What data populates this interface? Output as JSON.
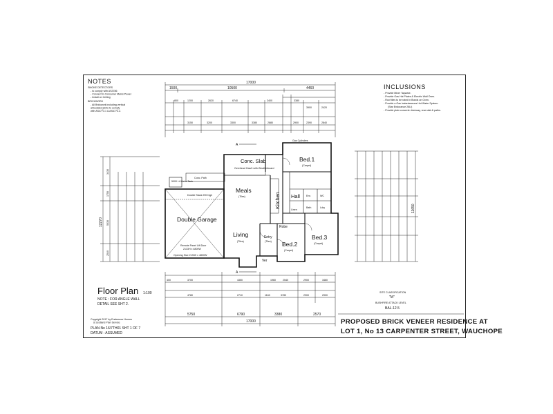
{
  "notes": {
    "heading": "NOTES",
    "smoke": "SMOKE DETECTORS",
    "smoke_lines": [
      "- to comply with AS3786",
      "- Connect to Consumer Mains Power",
      "- Install on Ceiling"
    ],
    "brick": "BRICKWORK",
    "brick_lines": [
      "- All Brickwork including vertical",
      "articulated joints to comply",
      "with AS4773.1 & AS4773.2."
    ]
  },
  "inclusions": {
    "heading": "INCLUSIONS",
    "items": [
      "- Provide Mixer Tapware.",
      "- Provide Gas Hot Plates & Electric Wall Oven.",
      "- Roof tiles to be rated in Bonds on Oven.",
      "- Provide a Gas instantaneous Hot Water System.",
      "(Star Endurance 26Lt)",
      "- Provide plain concrete driveway, rear slab & paths."
    ]
  },
  "rooms": {
    "double_garage": "Double Garage",
    "meals": "Meals",
    "meals_sub": "(Tiles)",
    "living": "Living",
    "living_sub": "(Tiles)",
    "kitchen": "Kitchen",
    "hall": "Hall",
    "bed1": "Bed.1",
    "bed1_sub": "(Carpet)",
    "bed2": "Bed.2",
    "bed2_sub": "(Carpet)",
    "bed3": "Bed.3",
    "bed3_sub": "(Carpet)",
    "entry": "Entry",
    "entry_sub": "(Tiles)",
    "robe": "Robe",
    "ver": "Ver",
    "conc_slab": "Conc. Slab",
    "conc_path": "Conc. Path",
    "conc_slab_note": "Overhead Gas/4 with Weatherboard",
    "double_stack": "Double Stack 290 high",
    "remote_door": "Remote Panel Lift Door",
    "remote_size": "2133H x 4800W",
    "opening": "Opening Size 2133H x 4800W",
    "linen": "Linen",
    "ens": "Ens",
    "wc": "WC",
    "bath": "Bath",
    "ldry": "Ldry",
    "gas_cyl": "Gas Cylinders",
    "tank": "5000 Lt Water Tank",
    "section": "A"
  },
  "dims": {
    "top_total": "17000",
    "top_row": [
      "1500",
      "10500",
      "4460"
    ],
    "top_row2": [
      "800",
      "1200",
      "2620",
      "6740",
      "2400",
      "3380",
      "3900",
      "2420"
    ],
    "top_row3": [
      "3150",
      "3200",
      "3300",
      "3380",
      "2880",
      "2900",
      "2390",
      "2840"
    ],
    "left_total": "12270",
    "left_dims": [
      "3430",
      "1750",
      "5030",
      "2540"
    ],
    "right_total": "11650",
    "bottom_total": "17000",
    "bottom_row": [
      "5750",
      "6790",
      "3380",
      "2570"
    ],
    "bottom_row2": [
      "4780",
      "2710",
      "1160",
      "3780",
      "2900",
      "2900"
    ],
    "bottom_row3": [
      "400",
      "3700",
      "4350",
      "1960",
      "2540",
      "2900",
      "3460"
    ]
  },
  "title_block": {
    "floor_plan": "Floor Plan",
    "scale": "1:100",
    "note1": "NOTE : FOR ANGLE WALL",
    "note2": "DETAIL SEE SHT 2.",
    "copyright": "Copyright 2017 by Endeavour Homes",
    "copyright2": "& Scotland Plan Service",
    "plan_no": "PLAN No 16/7TH01 SHT 1 OF 7",
    "datum": "DATUM : ASSUMED",
    "site_class": "SITE CLASSIFICATION",
    "site_value": "\"M\"",
    "bal_label": "BUSHFIRE ATTACK LEVEL",
    "bal_value": "BAL-12.5",
    "project1": "PROPOSED BRICK VENEER RESIDENCE AT",
    "project2": "LOT 1, No 13 CARPENTER STREET, WAUCHOPE"
  }
}
